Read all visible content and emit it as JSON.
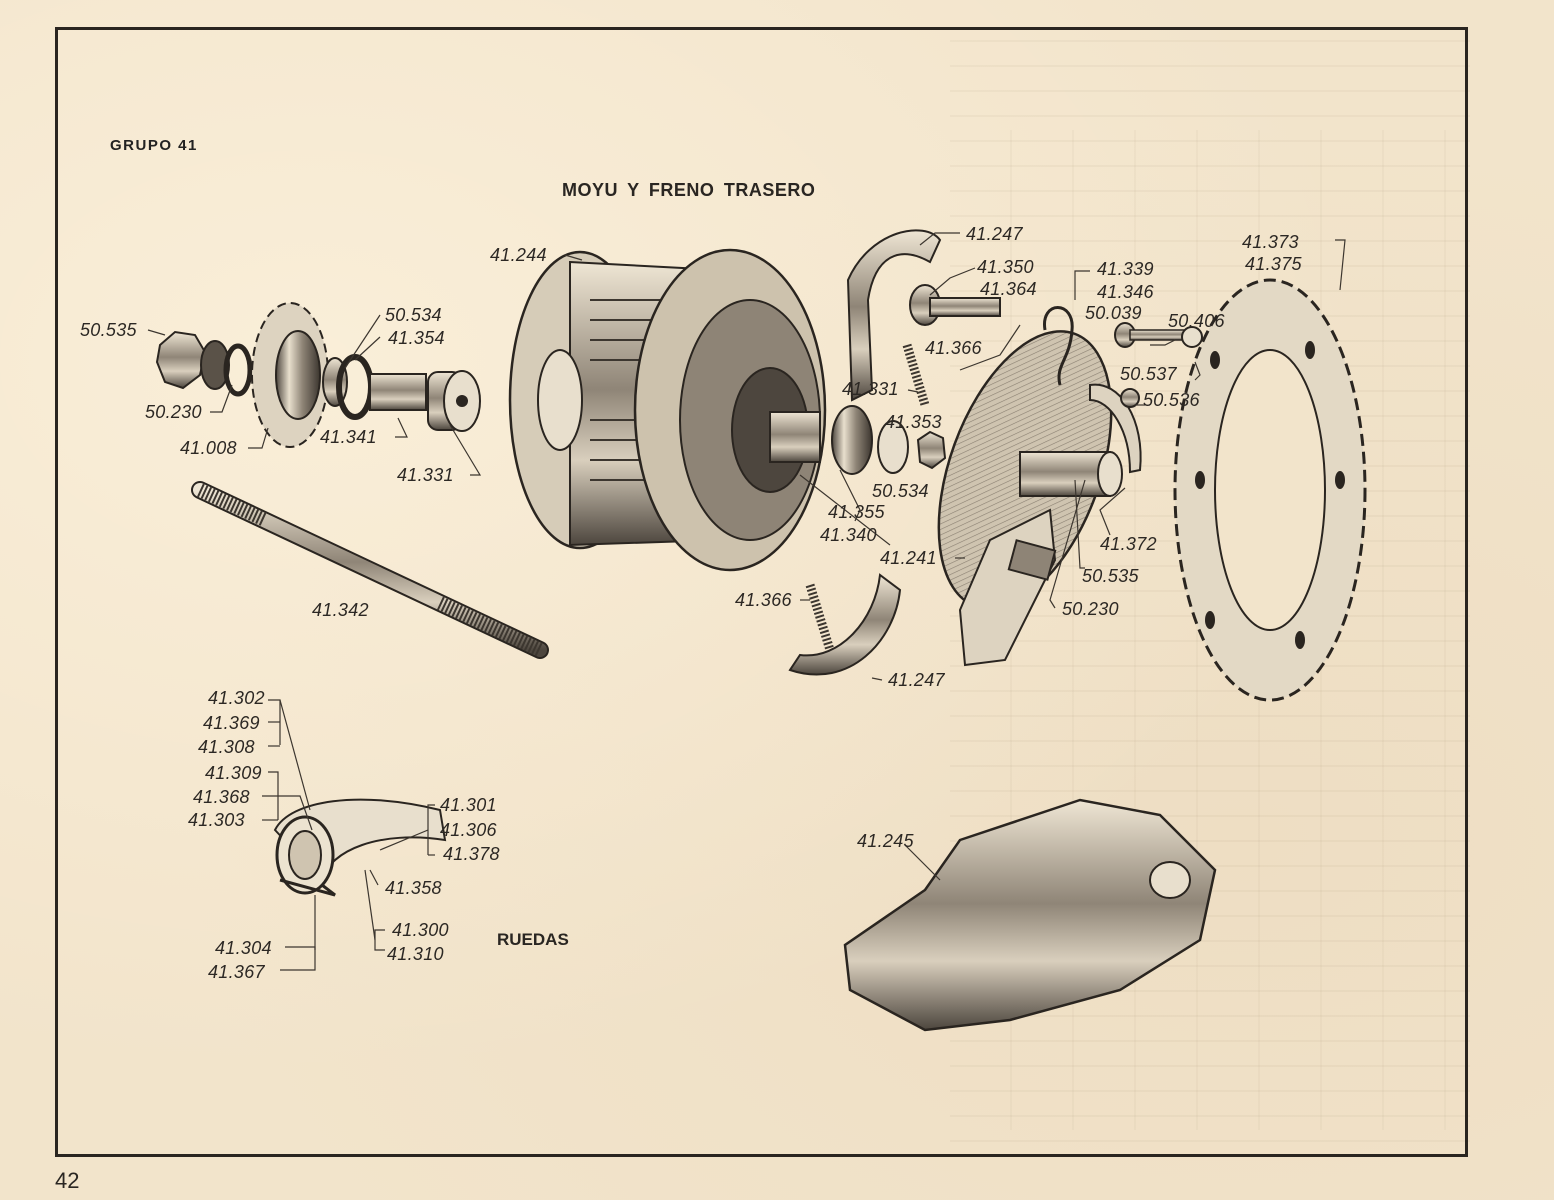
{
  "page": {
    "group_label": "GRUPO 41",
    "page_number": "42"
  },
  "sections": {
    "hub": {
      "title": "MOYU Y FRENO TRASERO",
      "parts": {
        "nut_left": "50.535",
        "washer_left": "50.230",
        "sprocket_small": "41.008",
        "spacer_a": "50.534",
        "spacer_b": "41.354",
        "sleeve": "41.341",
        "bearing_left": "41.331",
        "hub_body": "41.244",
        "axle": "41.342",
        "brake_shoe_top": "41.247",
        "cam_a": "41.350",
        "cam_b": "41.364",
        "spring_top": "41.366",
        "bearing_right": "41.331",
        "ring": "41.353",
        "spacer_c": "50.534",
        "spacer_d": "41.355",
        "bearing_seat": "41.340",
        "spring_bottom": "41.366",
        "brake_shoe_bottom": "41.247",
        "brake_plate": "41.241",
        "return_spring_a": "41.339",
        "return_spring_b": "41.346",
        "bolt": "50.039",
        "bolt_nut": "50.406",
        "lock_washer": "50.537",
        "nut_small": "50.536",
        "lever": "41.372",
        "nut_right": "50.535",
        "washer_right": "50.230",
        "sprocket_large_a": "41.373",
        "sprocket_large_b": "41.375",
        "chain_guard": "41.245"
      }
    },
    "wheels": {
      "title": "RUEDAS",
      "parts": {
        "a": "41.302",
        "b": "41.369",
        "c": "41.308",
        "d": "41.309",
        "e": "41.368",
        "f": "41.303",
        "g": "41.301",
        "h": "41.306",
        "i": "41.378",
        "j": "41.358",
        "k": "41.300",
        "l": "41.310",
        "m": "41.304",
        "n": "41.367"
      }
    }
  }
}
